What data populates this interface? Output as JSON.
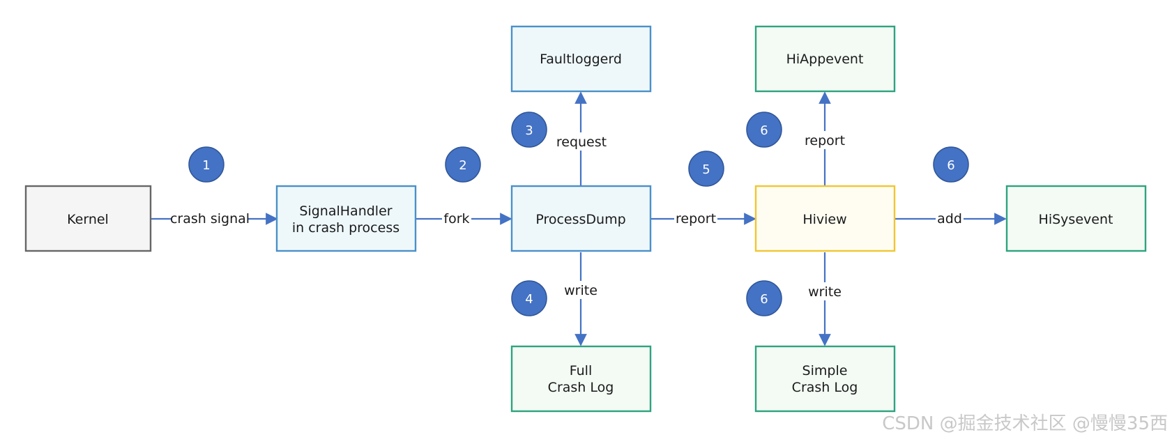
{
  "nodes": {
    "kernel": {
      "lines": [
        "Kernel"
      ],
      "fill": "#f5f5f5",
      "stroke": "#666666"
    },
    "signal": {
      "lines": [
        "SignalHandler",
        "in crash process"
      ],
      "fill": "#eef8fb",
      "stroke": "#4a90c8"
    },
    "processdump": {
      "lines": [
        "ProcessDump"
      ],
      "fill": "#eef8fb",
      "stroke": "#4a90c8"
    },
    "faultloggerd": {
      "lines": [
        "Faultloggerd"
      ],
      "fill": "#eef8fb",
      "stroke": "#4a90c8"
    },
    "fullcrash": {
      "lines": [
        "Full",
        "Crash Log"
      ],
      "fill": "#f3fbf4",
      "stroke": "#2ea37f"
    },
    "hiview": {
      "lines": [
        "Hiview"
      ],
      "fill": "#fffdf1",
      "stroke": "#f2c533"
    },
    "hiappevent": {
      "lines": [
        "HiAppevent"
      ],
      "fill": "#f3fbf4",
      "stroke": "#2ea37f"
    },
    "simplecrash": {
      "lines": [
        "Simple",
        "Crash Log"
      ],
      "fill": "#f3fbf4",
      "stroke": "#2ea37f"
    },
    "hisysevent": {
      "lines": [
        "HiSysevent"
      ],
      "fill": "#f3fbf4",
      "stroke": "#2ea37f"
    }
  },
  "edges": {
    "crash_signal": "crash signal",
    "fork": "fork",
    "request": "request",
    "write_full": "write",
    "report_hiview": "report",
    "report_hiappevent": "report",
    "write_simple": "write",
    "add": "add"
  },
  "badges": {
    "b1": "1",
    "b2": "2",
    "b3": "3",
    "b4": "4",
    "b5": "5",
    "b6a": "6",
    "b6b": "6",
    "b6c": "6"
  },
  "colors": {
    "arrow": "#4472c4",
    "badge": "#4472c4"
  },
  "watermark": "CSDN @掘金技术社区 @慢慢35西"
}
